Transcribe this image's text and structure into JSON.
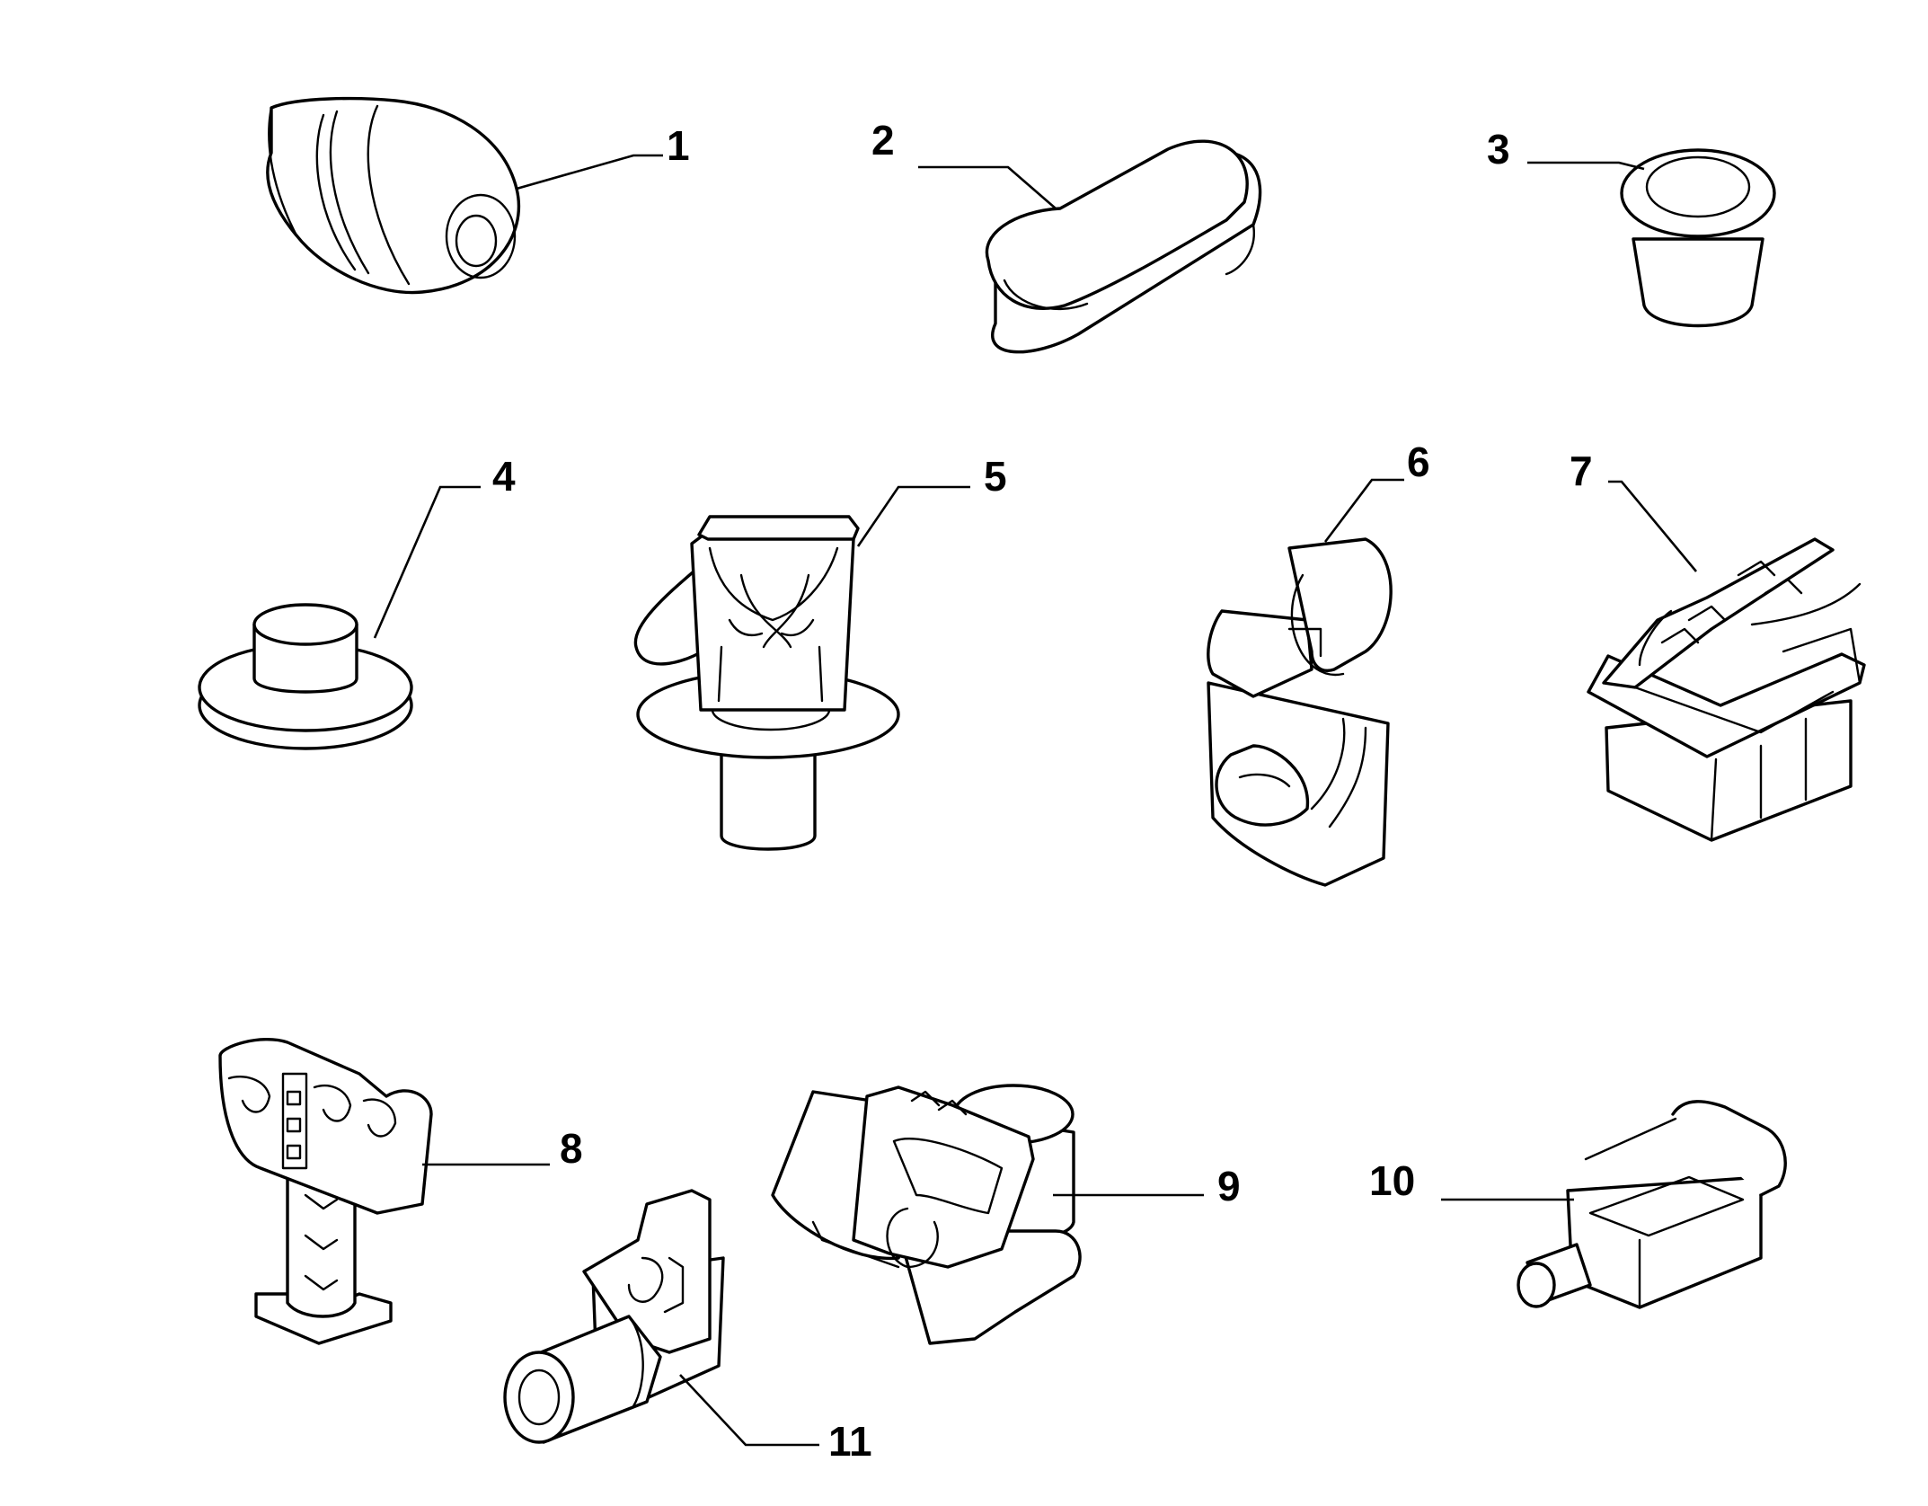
{
  "parts": [
    {
      "label": "1"
    },
    {
      "label": "2"
    },
    {
      "label": "3"
    },
    {
      "label": "4"
    },
    {
      "label": "5"
    },
    {
      "label": "6"
    },
    {
      "label": "7"
    },
    {
      "label": "8"
    },
    {
      "label": "9"
    },
    {
      "label": "10"
    },
    {
      "label": "11"
    }
  ]
}
